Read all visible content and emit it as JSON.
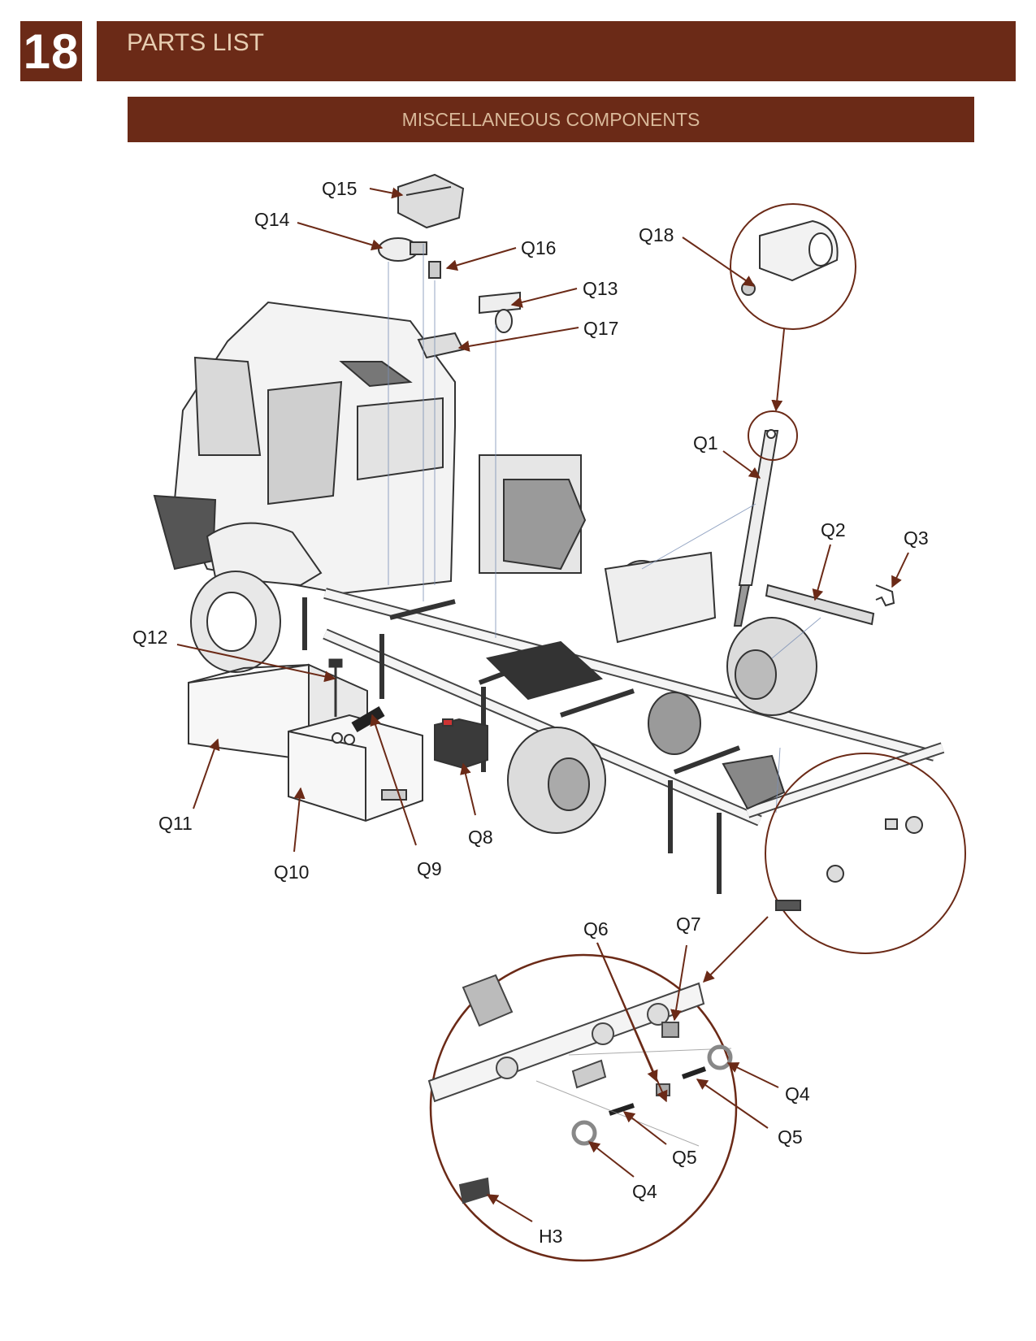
{
  "header": {
    "chapter_number": "18",
    "title": "PARTS LIST"
  },
  "section": {
    "title": "MISCELLANEOUS COMPONENTS"
  },
  "callouts": {
    "q1": "Q1",
    "q2": "Q2",
    "q3": "Q3",
    "q4a": "Q4",
    "q4b": "Q4",
    "q5a": "Q5",
    "q5b": "Q5",
    "q6": "Q6",
    "q7": "Q7",
    "q8": "Q8",
    "q9": "Q9",
    "q10": "Q10",
    "q11": "Q11",
    "q12": "Q12",
    "q13": "Q13",
    "q14": "Q14",
    "q15": "Q15",
    "q16": "Q16",
    "q17": "Q17",
    "q18": "Q18",
    "h3": "H3"
  },
  "colors": {
    "brand": "#6b2a17",
    "header_text": "#e7cdb1",
    "leader": "#6b2a17"
  }
}
